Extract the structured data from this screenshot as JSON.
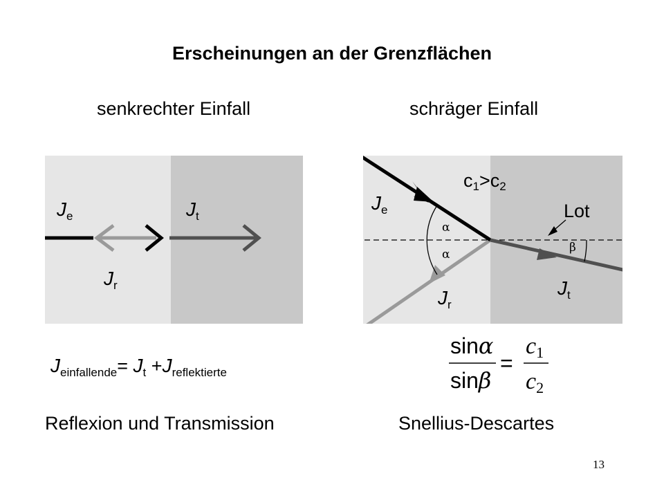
{
  "title": "Erscheinungen an der Grenzflächen",
  "left": {
    "heading": "senkrechter Einfall",
    "labels": {
      "incident": {
        "main": "J",
        "sub": "e"
      },
      "transmitted": {
        "main": "J",
        "sub": "t"
      },
      "reflected": {
        "main": "J",
        "sub": "r"
      }
    },
    "equation": {
      "lhs": "J",
      "lhs_sub": "einfallende",
      "eq": "=",
      "t_sym": "J",
      "t_sub": "t",
      "plus": "+",
      "r_sym": "J",
      "r_sub": "reflektierte"
    },
    "caption": "Reflexion und Transmission"
  },
  "right": {
    "heading": "schräger Einfall",
    "speed_relation": {
      "c1": "c",
      "c1_sub": "1",
      "gt": ">",
      "c2": "c",
      "c2_sub": "2"
    },
    "normal_label": "Lot",
    "labels": {
      "incident": {
        "main": "J",
        "sub": "e"
      },
      "reflected": {
        "main": "J",
        "sub": "r"
      },
      "transmitted": {
        "main": "J",
        "sub": "t"
      }
    },
    "angles": {
      "alpha": "α",
      "beta": "β"
    },
    "snell": {
      "num_fn": "sin",
      "num_angle": "α",
      "den_fn": "sin",
      "den_angle": "β",
      "eq": "=",
      "rhs_num": "c",
      "rhs_num_sub": "1",
      "rhs_den": "c",
      "rhs_den_sub": "2"
    },
    "caption": "Snellius-Descartes"
  },
  "page_number": "13",
  "colors": {
    "medium1": "#e6e6e6",
    "medium2": "#c8c8c8",
    "incident": "#000000",
    "reflected": "#9a9a9a",
    "transmitted": "#505050"
  }
}
